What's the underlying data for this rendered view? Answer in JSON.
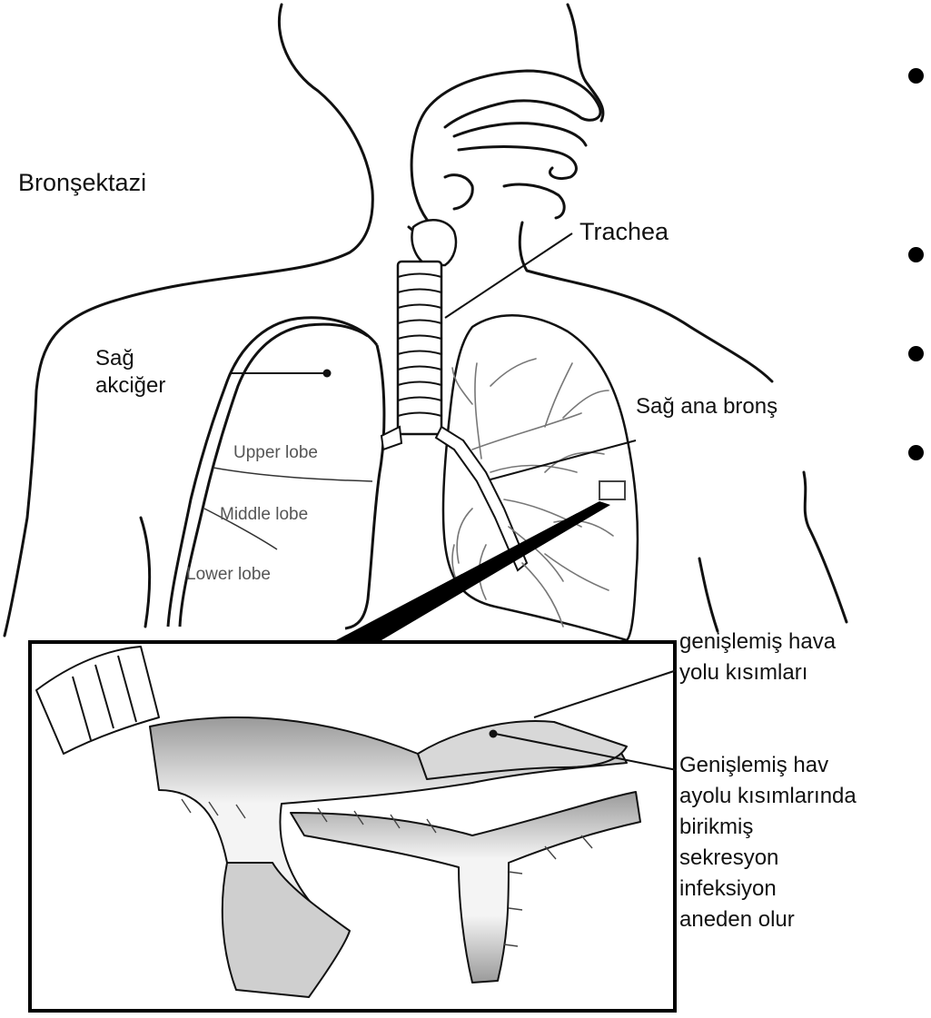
{
  "title": "Bronşektazi",
  "labels": {
    "trachea": "Trachea",
    "right_lung_line1": "Sağ",
    "right_lung_line2": "akciğer",
    "upper_lobe": "Upper lobe",
    "middle_lobe": "Middle lobe",
    "lower_lobe": "Lower lobe",
    "main_bronchus": "Sağ ana bronş",
    "dilated_line1": "genişlemiş hava",
    "dilated_line2": "yolu kısımları",
    "secretion_line1": "Genişlemiş hav",
    "secretion_line2": "ayolu kısımlarında",
    "secretion_line3": "birikmiş",
    "secretion_line4": "sekresyon",
    "secretion_line5": "infeksiyon",
    "secretion_line6": "aneden olur"
  },
  "bullets": [
    "",
    "",
    "",
    ""
  ]
}
